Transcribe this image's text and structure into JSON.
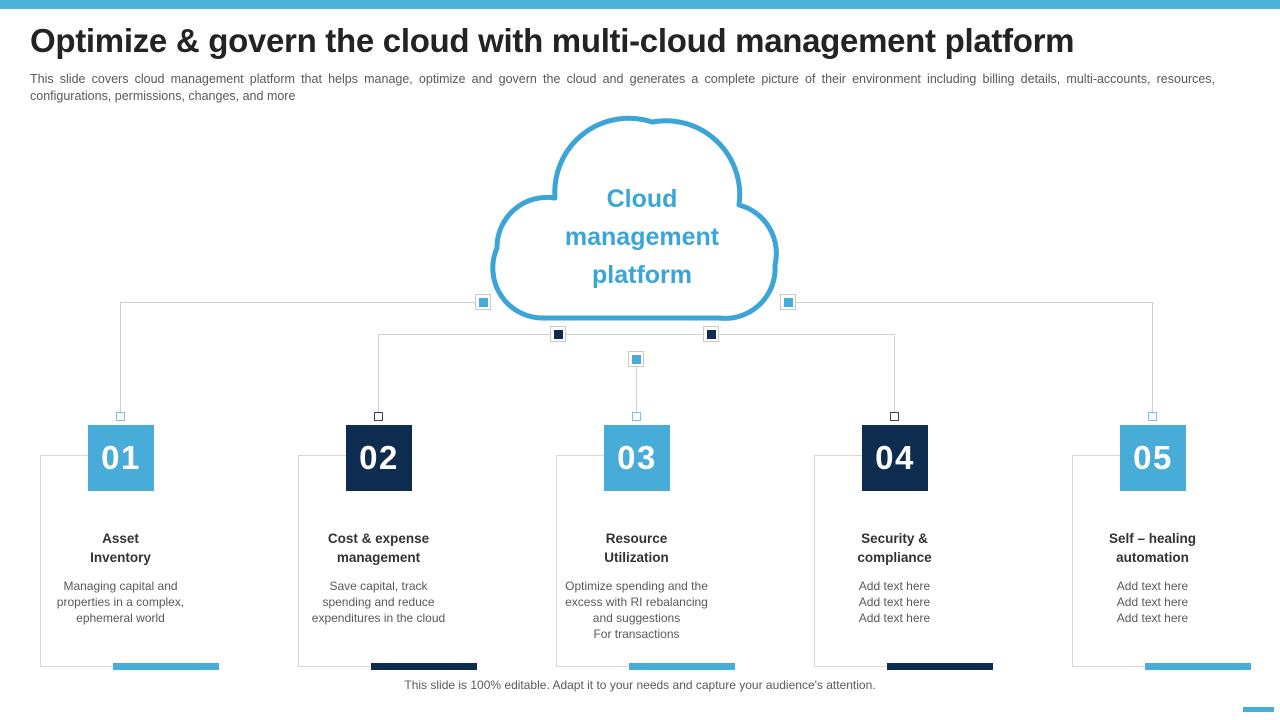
{
  "slide": {
    "title": "Optimize & govern the cloud with multi-cloud management platform",
    "subtitle": "This slide covers cloud management platform that helps manage, optimize and govern the cloud and generates a complete picture of their environment  including billing details, multi-accounts, resources, configurations,  permissions,  changes, and more",
    "footer": "This slide is 100% editable. Adapt it to your needs and capture your audience's attention."
  },
  "cloud": {
    "label": "Cloud\nmanagement\nplatform"
  },
  "cards": [
    {
      "number": "01",
      "title": "Asset\nInventory",
      "body": "Managing capital and\nproperties in a complex,\nephemeral  world",
      "theme": "blue"
    },
    {
      "number": "02",
      "title": "Cost & expense\nmanagement",
      "body": "Save capital, track\nspending and reduce\nexpenditures in the cloud",
      "theme": "navy"
    },
    {
      "number": "03",
      "title": "Resource\nUtilization",
      "body": "Optimize spending and the\nexcess with RI rebalancing\nand suggestions\nFor transactions",
      "theme": "blue"
    },
    {
      "number": "04",
      "title": "Security &\ncompliance",
      "body": "Add text here\nAdd text here\nAdd text here",
      "theme": "navy"
    },
    {
      "number": "05",
      "title": "Self – healing\nautomation",
      "body": "Add text here\nAdd text here\nAdd text here",
      "theme": "blue"
    }
  ],
  "colors": {
    "accent_blue": "#47acd8",
    "navy": "#0e2c50",
    "cloud_blue": "#3aa5d6",
    "top_bar": "#4cb3dc",
    "connector_gray": "#ccd1d5",
    "card_border": "#d9d9d9"
  }
}
